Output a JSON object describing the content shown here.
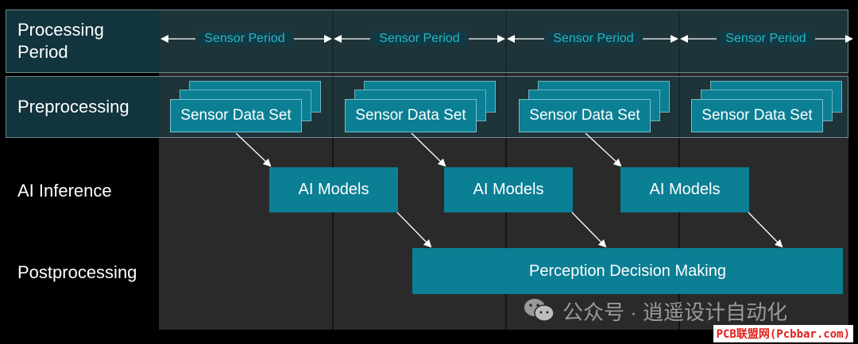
{
  "rows": {
    "processing_period": "Processing\nPeriod",
    "preprocessing": "Preprocessing",
    "ai_inference": "AI Inference",
    "postprocessing": "Postprocessing"
  },
  "periods": [
    "Sensor Period",
    "Sensor Period",
    "Sensor Period",
    "Sensor Period"
  ],
  "sensor_sets": [
    "Sensor Data Set",
    "Sensor Data Set",
    "Sensor Data Set",
    "Sensor Data Set"
  ],
  "ai_models": [
    "AI Models",
    "AI Models",
    "AI Models"
  ],
  "perception": "Perception Decision Making",
  "watermark": {
    "text": "公众号 · 逍遥设计自动化",
    "icon": "wechat-icon"
  },
  "footer_tag": "PCB联盟网(Pcbbar.com)",
  "colors": {
    "accent": "#0b7f94",
    "period_text": "#26b6c6",
    "background": "#000000",
    "grid": "#2a2a2a"
  }
}
